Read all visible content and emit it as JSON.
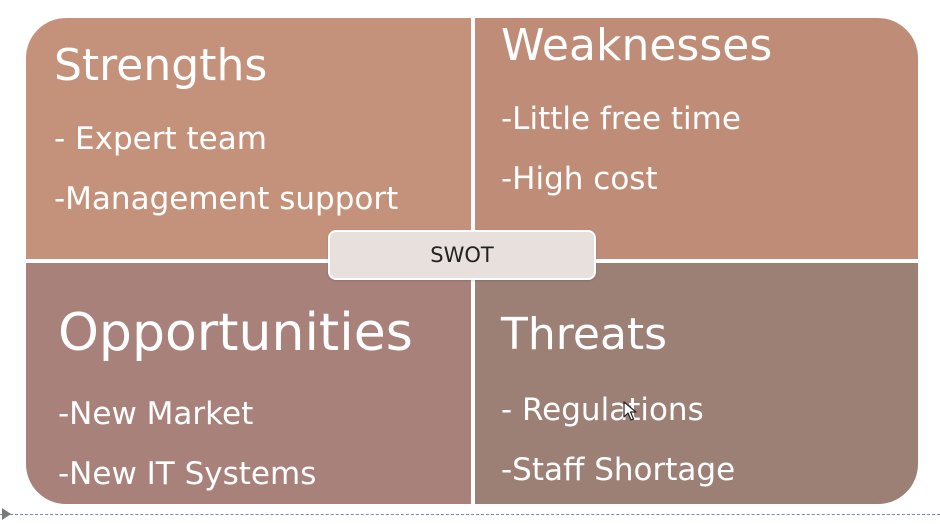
{
  "diagram": {
    "center_label": "SWOT",
    "quadrants": {
      "strengths": {
        "title": "Strengths",
        "items": [
          "- Expert team",
          "-Management support"
        ],
        "color": "#c4917b"
      },
      "weaknesses": {
        "title": "Weaknesses",
        "items": [
          "-Little free time",
          "-High cost"
        ],
        "color": "#bf8c78"
      },
      "opportunities": {
        "title": "Opportunities",
        "items": [
          "-New Market",
          "-New IT Systems"
        ],
        "color": "#a8827a"
      },
      "threats": {
        "title": "Threats",
        "items": [
          "- Regulations",
          "-Staff Shortage"
        ],
        "color": "#9d8075"
      }
    },
    "icons": {
      "cursor": "mouse-pointer-icon",
      "slide_marker": "play-triangle-icon"
    }
  }
}
